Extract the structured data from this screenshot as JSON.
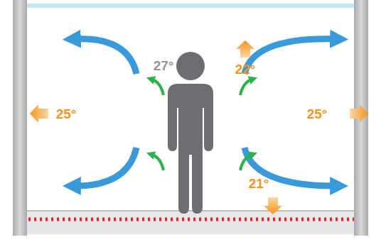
{
  "diagram": {
    "labels": [
      "27°",
      "22°",
      "25°",
      "25°",
      "21°"
    ]
  }
}
